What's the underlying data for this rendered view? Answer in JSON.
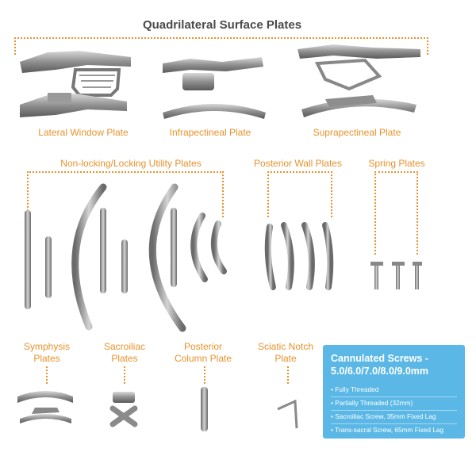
{
  "title": "Quadrilateral Surface Plates",
  "groups": {
    "lateral_window": "Lateral Window Plate",
    "infrapectineal": "Infrapectineal Plate",
    "suprapectineal": "Suprapectineal Plate",
    "utility": "Non-locking/Locking Utility Plates",
    "posterior_wall": "Posterior Wall Plates",
    "spring": "Spring Plates",
    "symphysis": "Symphysis Plates",
    "sacroiliac": "Sacroiliac Plates",
    "posterior_column": "Posterior Column Plate",
    "sciatic_notch": "Sciatic Notch Plate"
  },
  "screws": {
    "heading": "Cannulated Screws - 5.0/6.0/7.0/8.0/9.0mm",
    "items": [
      "Fully Threaded",
      "Partially Threaded (32mm)",
      "Sacroiliac Screw, 35mm Fixed Lag",
      "Trans-sacral Screw, 65mm Fixed Lag"
    ],
    "color": "#5bb8e6"
  },
  "accent_color": "#e8922c"
}
